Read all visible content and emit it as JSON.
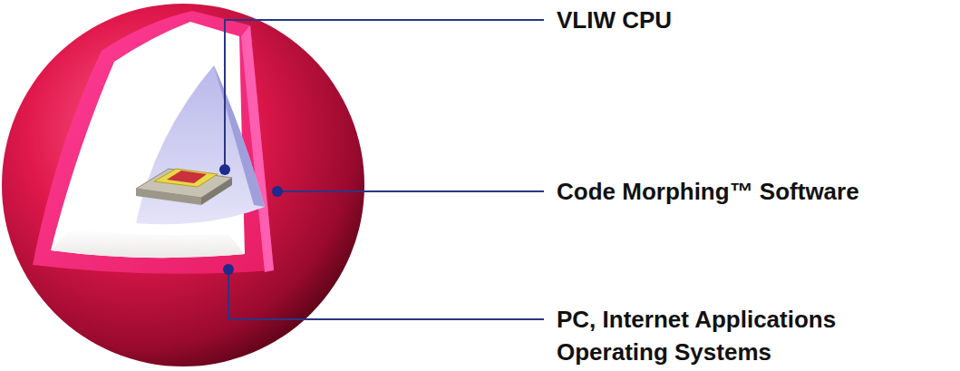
{
  "diagram": {
    "labels": [
      "VLIW CPU",
      "Code Morphing™ Software",
      "PC, Internet Applications Operating Systems"
    ]
  }
}
